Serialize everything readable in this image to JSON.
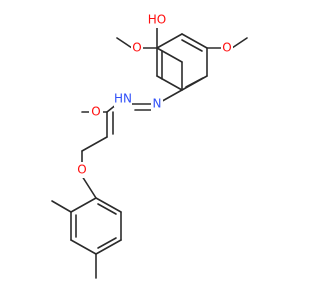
{
  "molecule": {
    "atom_labels": {
      "hydroxyl": "HO",
      "methoxy_left_o": "O",
      "methoxy_right_o": "O",
      "carbonyl_o": "O",
      "hydrazide_nh": "HN",
      "imine_n": "N",
      "ether_o": "O"
    },
    "colors": {
      "oxygen": "#ff0d0d",
      "nitrogen": "#3050f8",
      "carbon_bonds": "#2b2b2b"
    }
  }
}
